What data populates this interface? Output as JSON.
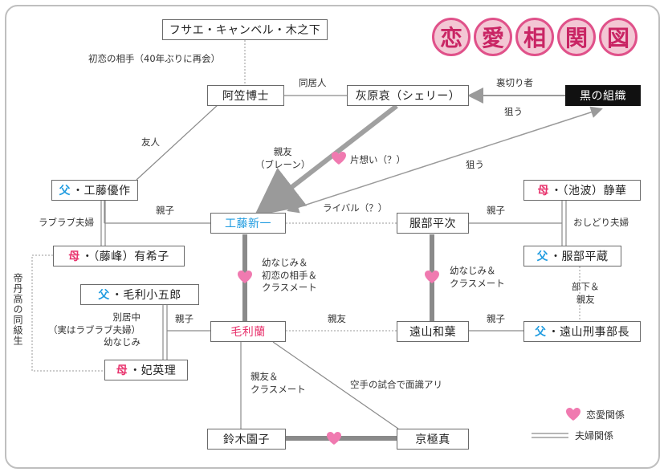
{
  "title_chars": [
    "恋",
    "愛",
    "相",
    "関",
    "図"
  ],
  "nodes": {
    "fusae": "フサエ・キャンベル・木之下",
    "agasa": "阿笠博士",
    "haibara": "灰原哀（シェリー）",
    "kuro": "黒の組織",
    "yusaku": {
      "mark": "父",
      "name": "・工藤優作"
    },
    "yukiko": {
      "mark": "母",
      "name": "・（藤峰）有希子"
    },
    "shinichi": "工藤新一",
    "heiji": "服部平次",
    "shizuka": {
      "mark": "母",
      "name": "・（池波）静華"
    },
    "heizo": {
      "mark": "父",
      "name": "・服部平蔵"
    },
    "kogoro": {
      "mark": "父",
      "name": "・毛利小五郎"
    },
    "eri": {
      "mark": "母",
      "name": "・妃英理"
    },
    "ran": "毛利蘭",
    "kazuha": "遠山和葉",
    "toyama": {
      "mark": "父",
      "name": "・遠山刑事部長"
    },
    "sonoko": "鈴木園子",
    "makoto": "京極真"
  },
  "labels": {
    "hatsukoi": "初恋の相手（40年ぶりに再会）",
    "doukyonin": "同居人",
    "uragirimono": "裏切り者",
    "nerau1": "狙う",
    "nerau2": "狙う",
    "yuujin": "友人",
    "shinyu_brain": "親友\n（ブレーン）",
    "kataomoi": "片想い（？）",
    "rival": "ライバル（？）",
    "oyako1": "親子",
    "oyako2": "親子",
    "oyako3": "親子",
    "oyako4": "親子",
    "lovelove": "ラブラブ夫婦",
    "oshidori": "おしどり夫婦",
    "osananajimi1": "幼なじみ＆\n初恋の相手＆\nクラスメート",
    "osananajimi2": "幼なじみ＆\nクラスメート",
    "buka": "部下＆\n親友",
    "teitan": "帝丹高の同級生",
    "bekkyo": "別居中\n（実はラブラブ夫婦）\n幼なじみ",
    "shinyu": "親友",
    "shinyu_class": "親友＆\nクラスメート",
    "karate": "空手の試合で面識アリ"
  },
  "legend": {
    "love": "恋愛関係",
    "marriage": "夫婦関係"
  },
  "colors": {
    "pink": "#e8336d",
    "blue": "#1e9be0",
    "heart": "#f07ab0",
    "thick": "#8a8a8a"
  }
}
